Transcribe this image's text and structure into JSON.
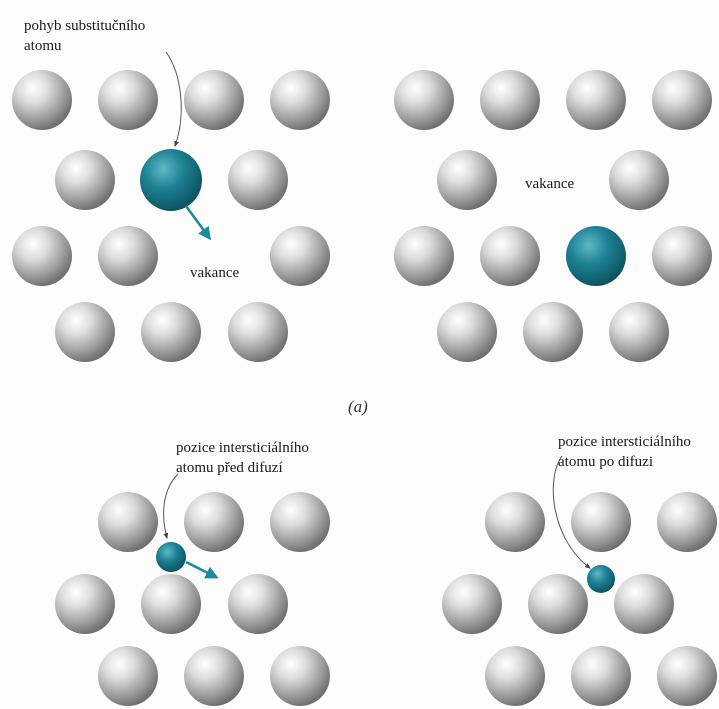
{
  "colors": {
    "host_atom": "#b9b9b9",
    "diffusing_atom": "#1d8194",
    "arrow": "#1a8aa0",
    "background": "#fdfdfd"
  },
  "panel_a": {
    "before": {
      "label_moving_atom": [
        "pohyb substitučního",
        "atomu"
      ],
      "label_vacancy": "vakance"
    },
    "after": {
      "label_vacancy": "vakance"
    },
    "caption": "(a)"
  },
  "panel_b": {
    "before": {
      "label_interstitial": [
        "pozice intersticiálního",
        "atomu před difuzí"
      ]
    },
    "after": {
      "label_interstitial": [
        "pozice intersticiálního",
        "atomu po difuzi"
      ]
    }
  }
}
